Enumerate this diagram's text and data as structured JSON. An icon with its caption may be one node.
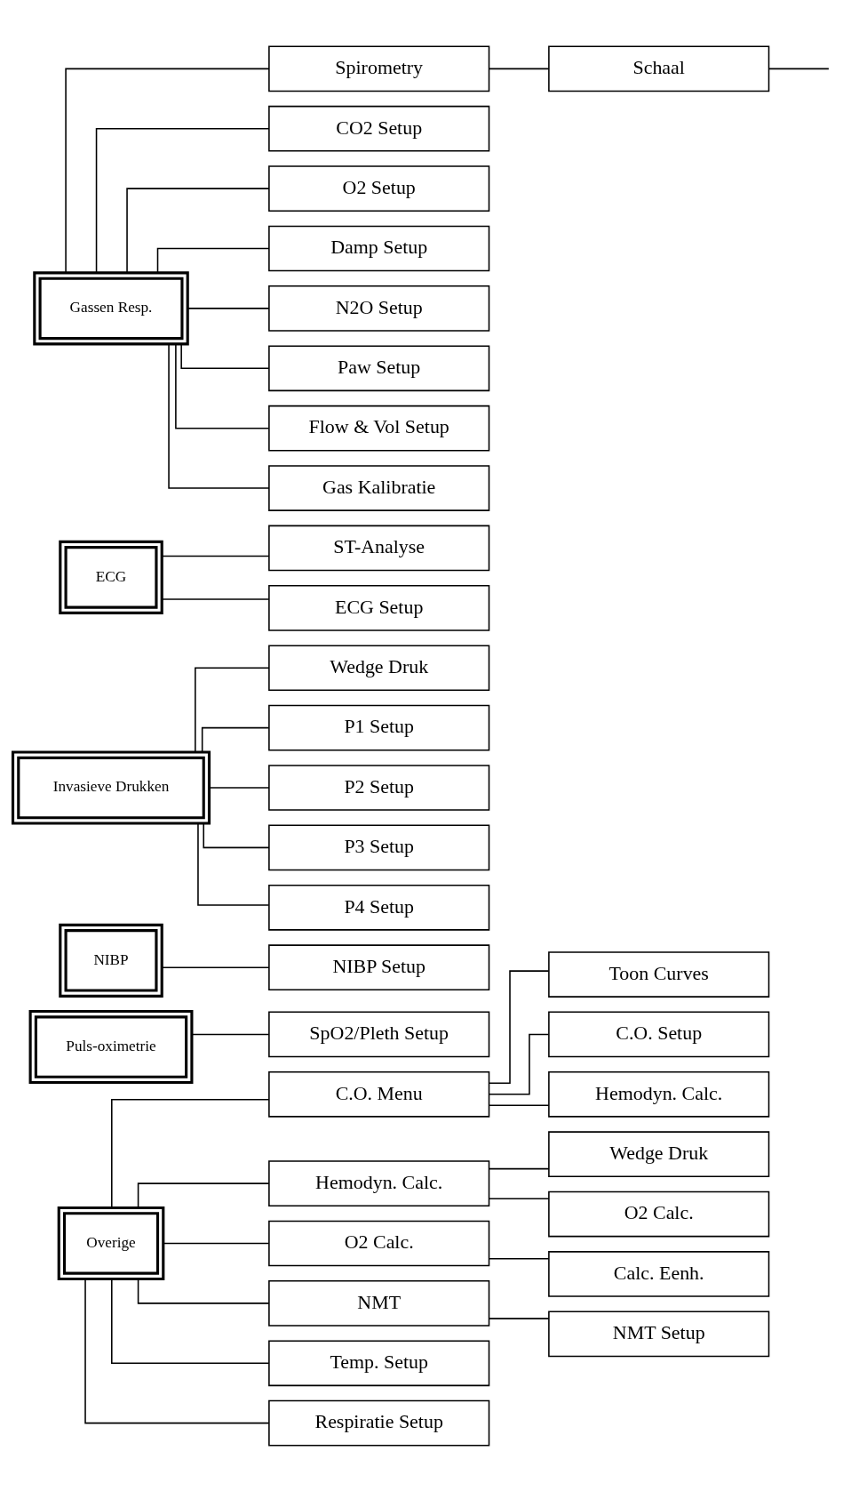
{
  "diagram": {
    "nodes": [
      {
        "text": [
          "Gassen Resp."
        ]
      },
      {
        "text": [
          "Spirometry"
        ]
      },
      {
        "text": [
          "Schaal"
        ]
      },
      {
        "text": [
          "CO2 Setup"
        ]
      },
      {
        "text": [
          "O2 Setup"
        ]
      },
      {
        "text": [
          "Damp Setup"
        ]
      },
      {
        "text": [
          "N2O Setup"
        ]
      },
      {
        "text": [
          "Paw Setup"
        ]
      },
      {
        "text": [
          "Flow & Vol Setup"
        ]
      },
      {
        "text": [
          "Gas Kalibratie"
        ]
      },
      {
        "text": [
          "ECG"
        ]
      },
      {
        "text": [
          "ST-Analyse"
        ]
      },
      {
        "text": [
          "ECG Setup"
        ]
      },
      {
        "text": [
          "Invasieve Drukken"
        ]
      },
      {
        "text": [
          "Wedge Druk"
        ]
      },
      {
        "text": [
          "P1 Setup"
        ]
      },
      {
        "text": [
          "P2 Setup"
        ]
      },
      {
        "text": [
          "P3 Setup"
        ]
      },
      {
        "text": [
          "P4 Setup"
        ]
      },
      {
        "text": [
          "NIBP"
        ]
      },
      {
        "text": [
          "NIBP Setup"
        ]
      },
      {
        "text": [
          "Puls-oximetrie"
        ]
      },
      {
        "text": [
          "SpO2/Pleth Setup"
        ]
      },
      {
        "text": [
          "Overige"
        ]
      },
      {
        "text": [
          "C.O. Menu"
        ]
      },
      {
        "text": [
          "Toon Curves"
        ]
      },
      {
        "text": [
          "C.O. Setup"
        ]
      },
      {
        "text": [
          "Hemodyn. Calc."
        ]
      },
      {
        "text": [
          "Hemodyn. Calc."
        ]
      },
      {
        "text": [
          "Wedge Druk"
        ]
      },
      {
        "text": [
          "O2 Calc."
        ]
      },
      {
        "text": [
          "O2 Calc."
        ]
      },
      {
        "text": [
          "Calc. Eenh."
        ]
      },
      {
        "text": [
          "NMT"
        ]
      },
      {
        "text": [
          "NMT Setup"
        ]
      },
      {
        "text": [
          "Temp. Setup"
        ]
      },
      {
        "text": [
          "Respiratie Setup"
        ]
      }
    ],
    "edges": [
      {
        "from": 0,
        "to": 1,
        "arrow": "none"
      },
      {
        "from": 1,
        "to": 2,
        "arrow": "none"
      },
      {
        "from": 2,
        "to": null,
        "arrow": "none"
      },
      {
        "from": 0,
        "to": 3,
        "arrow": "none"
      },
      {
        "from": 0,
        "to": 4,
        "arrow": "none"
      },
      {
        "from": 0,
        "to": 5,
        "arrow": "none"
      },
      {
        "from": 0,
        "to": 6,
        "arrow": "none"
      },
      {
        "from": 0,
        "to": 7,
        "arrow": "none"
      },
      {
        "from": 0,
        "to": 8,
        "arrow": "none"
      },
      {
        "from": 0,
        "to": 9,
        "arrow": "none"
      },
      {
        "from": 10,
        "to": 11,
        "arrow": "none"
      },
      {
        "from": 10,
        "to": 12,
        "arrow": "none"
      },
      {
        "from": 13,
        "to": 14,
        "arrow": "none"
      },
      {
        "from": 13,
        "to": 15,
        "arrow": "none"
      },
      {
        "from": 13,
        "to": 16,
        "arrow": "none"
      },
      {
        "from": 13,
        "to": 17,
        "arrow": "none"
      },
      {
        "from": 13,
        "to": 18,
        "arrow": "none"
      },
      {
        "from": 19,
        "to": 20,
        "arrow": "none"
      },
      {
        "from": 21,
        "to": 22,
        "arrow": "none"
      },
      {
        "from": 23,
        "to": 24,
        "arrow": "none"
      },
      {
        "from": 24,
        "to": 25,
        "arrow": "none"
      },
      {
        "from": 24,
        "to": 26,
        "arrow": "none"
      },
      {
        "from": 24,
        "to": 27,
        "arrow": "none"
      },
      {
        "from": 23,
        "to": 28,
        "arrow": "none"
      },
      {
        "from": 28,
        "to": 29,
        "arrow": "none"
      },
      {
        "from": 28,
        "to": 30,
        "arrow": "none"
      },
      {
        "from": 23,
        "to": 31,
        "arrow": "none"
      },
      {
        "from": 31,
        "to": 32,
        "arrow": "none"
      },
      {
        "from": 23,
        "to": 33,
        "arrow": "none"
      },
      {
        "from": 33,
        "to": 34,
        "arrow": "none"
      },
      {
        "from": 23,
        "to": 35,
        "arrow": "none"
      },
      {
        "from": 23,
        "to": 36,
        "arrow": "none"
      }
    ]
  }
}
